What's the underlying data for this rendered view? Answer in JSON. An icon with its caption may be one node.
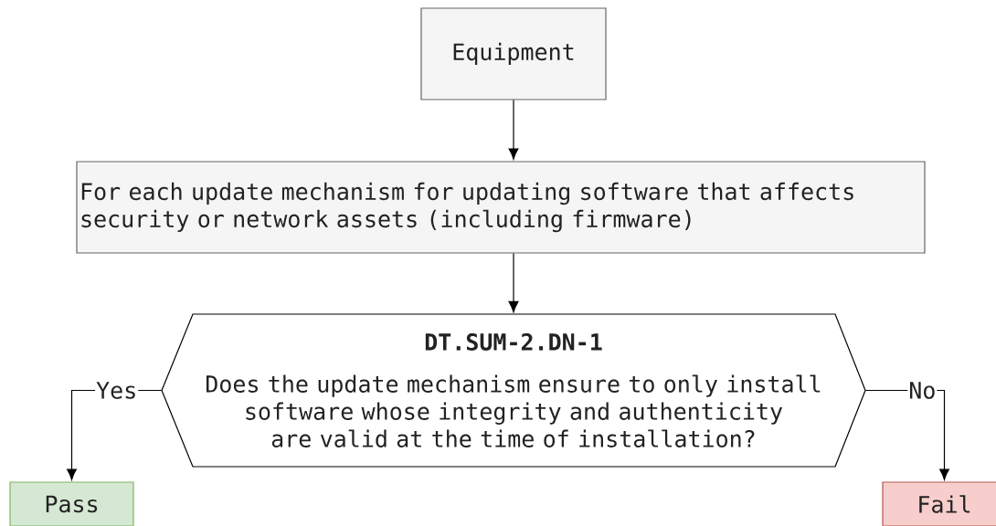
{
  "diagram": {
    "nodes": [
      {
        "text": [
          "Equipment"
        ]
      },
      {
        "text": [
          "For each update mechanism for updating software that affects security or network assets (including firmware)"
        ]
      },
      {
        "text": [
          "DT.SUM-2.DN-1",
          "Does the update mechanism ensure to only install software whose integrity and authenticity are valid at the time of installation?"
        ]
      },
      {
        "text": [
          "Pass"
        ]
      },
      {
        "text": [
          "Fail"
        ]
      }
    ],
    "edges": [
      {
        "from": 0,
        "to": 1,
        "arrow": "to"
      },
      {
        "from": 1,
        "to": 2,
        "arrow": "to"
      },
      {
        "from": 2,
        "to": 3,
        "arrow": "to",
        "label": "Yes"
      },
      {
        "from": 2,
        "to": 4,
        "arrow": "to",
        "label": "No"
      }
    ]
  }
}
